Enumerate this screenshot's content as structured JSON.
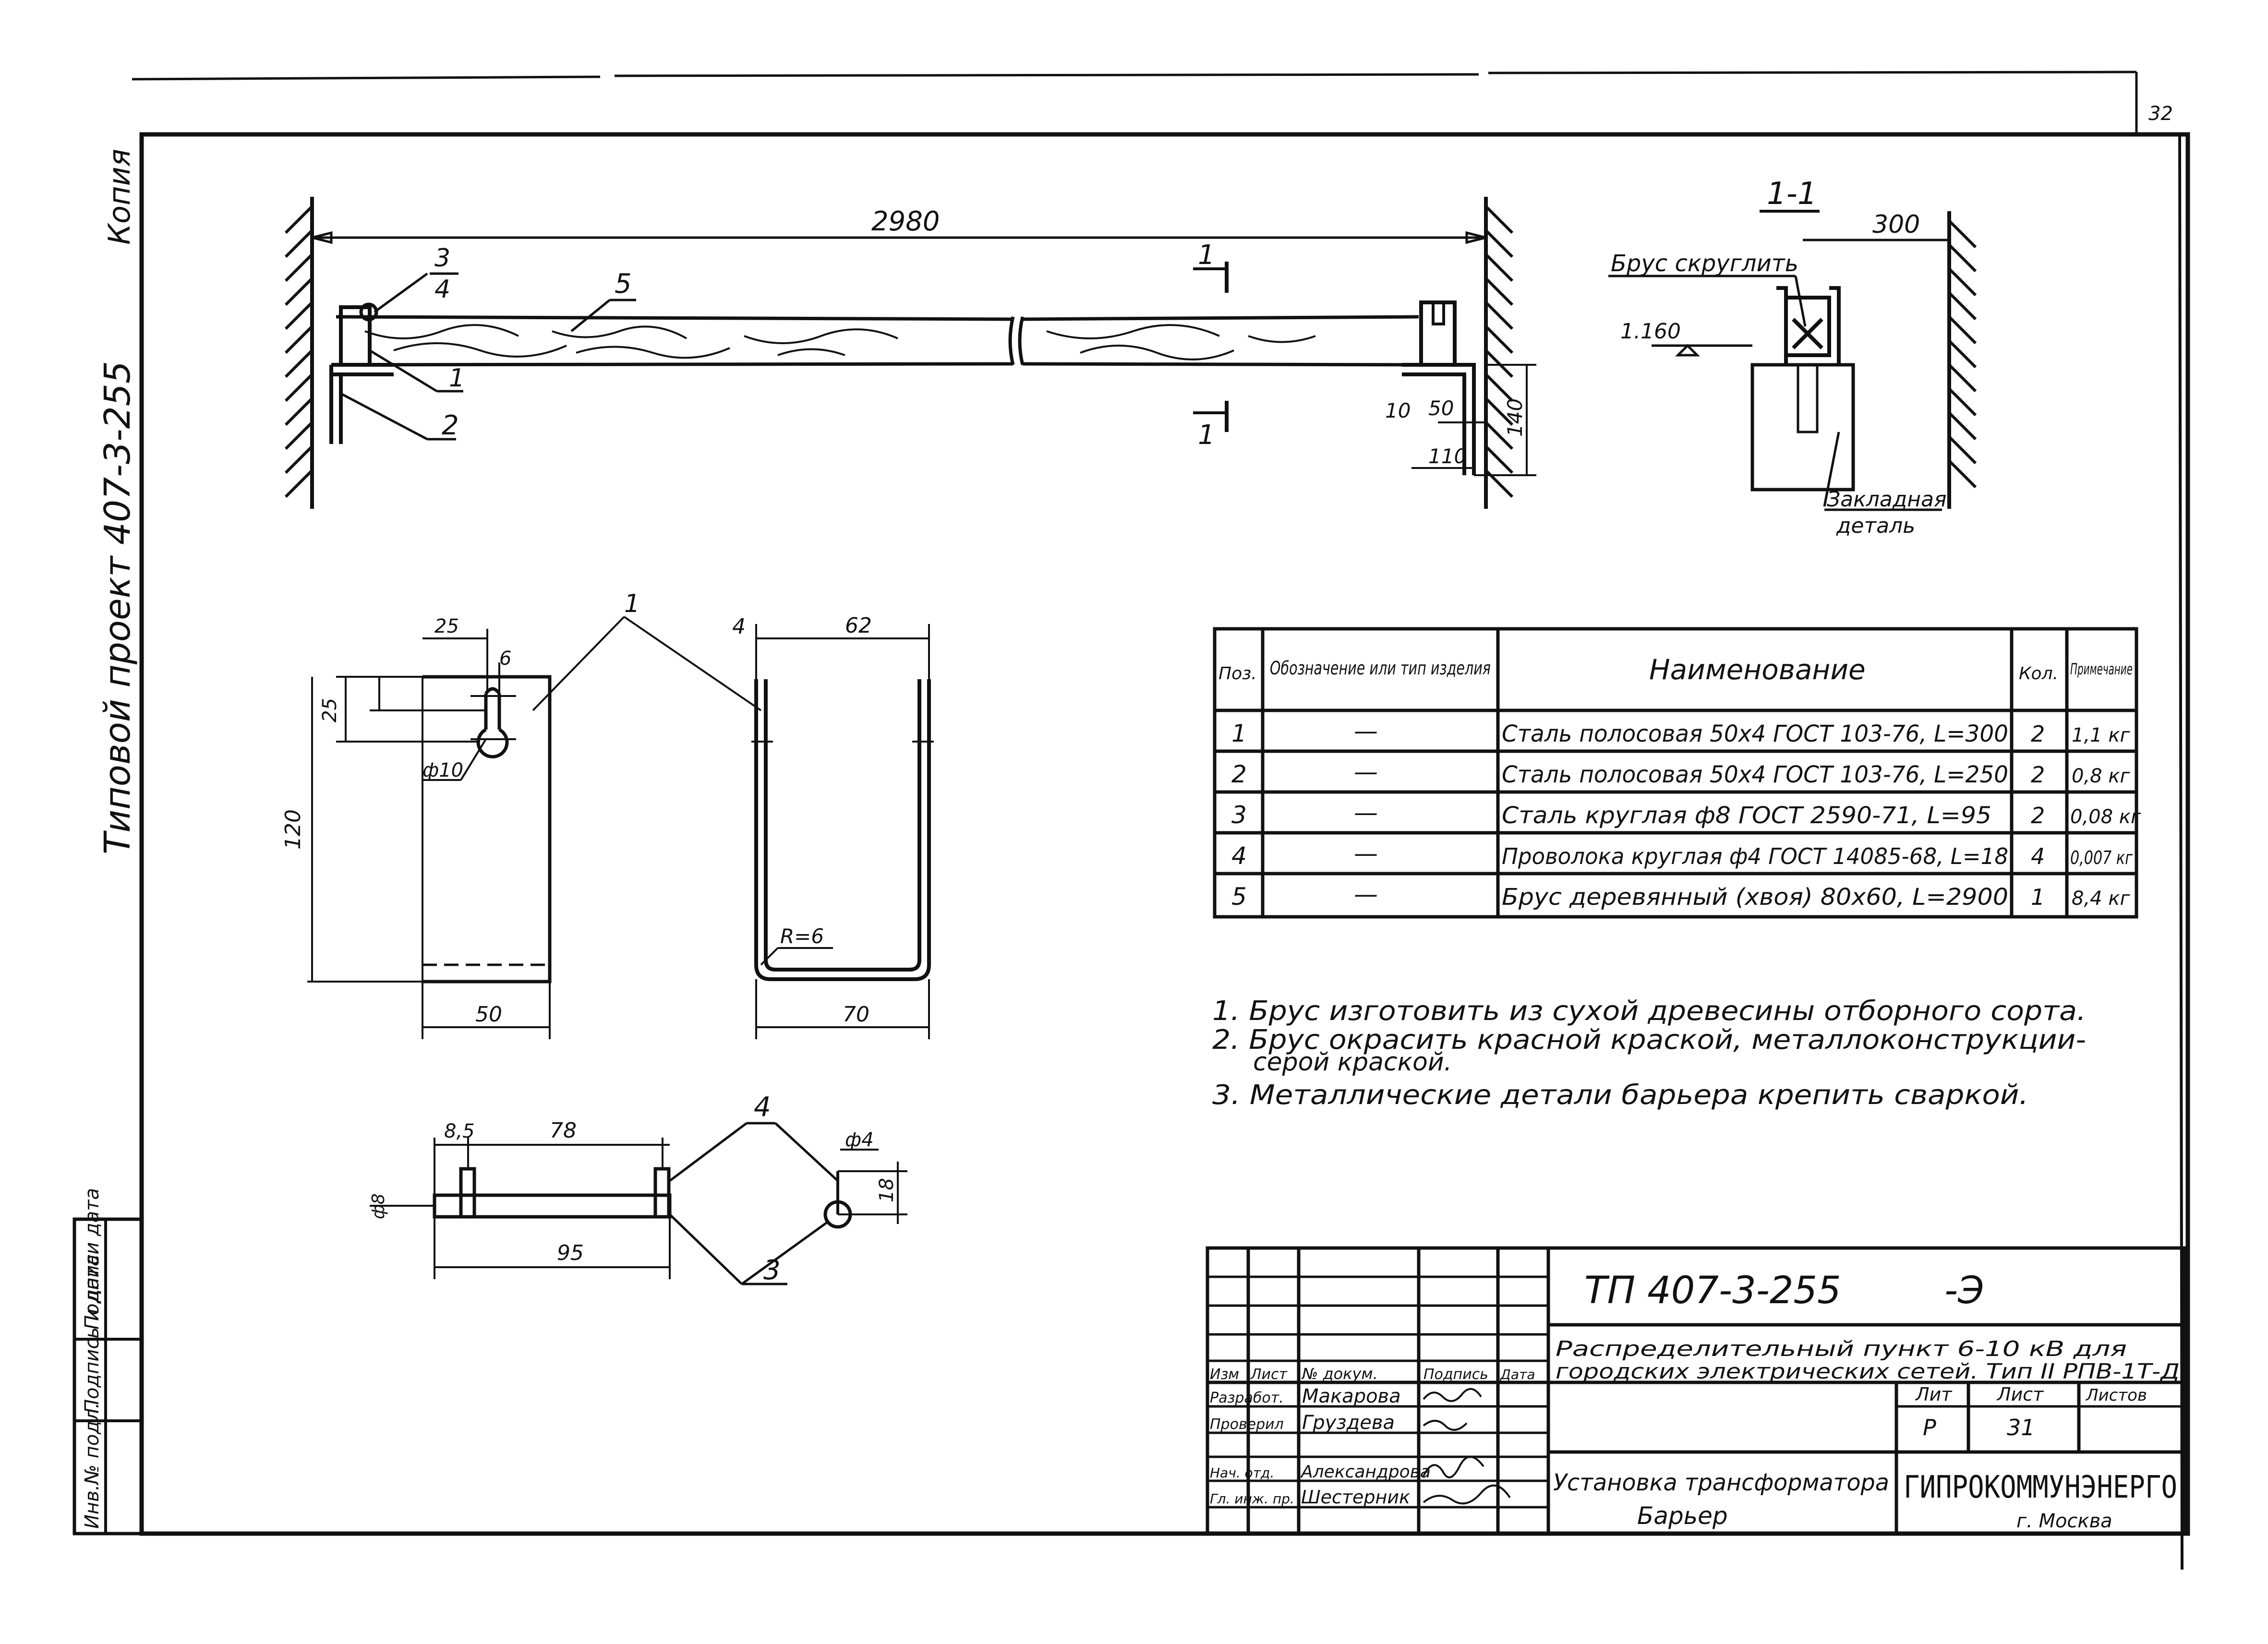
{
  "sheet": {
    "corner_page": "32",
    "side_stamp": "Копия",
    "side_project": "Типовой   проект 407-3-255",
    "left_frame_labels": [
      "Подписи дата",
      "Подпись и дата",
      "Инв.№ подл."
    ]
  },
  "drawing": {
    "dim_2980": "2980",
    "callout_3": "3",
    "callout_4": "4",
    "callout_5": "5",
    "callout_1": "1",
    "callout_2": "2",
    "cut_label": "1",
    "dim_10": "10",
    "dim_50": "50",
    "dim_110": "110",
    "dim_140": "140",
    "section_title": "1-1",
    "section_dim_300": "300",
    "section_label_bar": "Брус скруглить",
    "section_level": "1.160",
    "section_embedded_1": "Закладная",
    "section_embedded_2": "деталь",
    "plate_dim_25a": "25",
    "plate_dim_6": "6",
    "plate_dim_25b": "25",
    "plate_dim_phi10": "ф10",
    "plate_dim_120": "120",
    "plate_dim_50": "50",
    "plate_callout_1": "1",
    "u_callout_4": "4",
    "u_dim_62": "62",
    "u_dim_r6": "R=6",
    "u_dim_70": "70",
    "rod_dim_85": "8,5",
    "rod_dim_78": "78",
    "rod_dim_95": "95",
    "rod_dim_d8": "ф8",
    "rod_callout_4": "4",
    "rod_callout_3": "3",
    "rod_dim_phi4": "ф4",
    "rod_dim_18": "18"
  },
  "spec_table": {
    "headers": [
      "Поз.",
      "Обозначение или тип изделия",
      "Наименование",
      "Кол.",
      "Примечание"
    ],
    "rows": [
      {
        "pos": "1",
        "des": "—",
        "name": "Сталь полосовая 50х4 ГОСТ 103-76, L=300",
        "qty": "2",
        "note": "1,1 кг"
      },
      {
        "pos": "2",
        "des": "—",
        "name": "Сталь полосовая 50х4 ГОСТ 103-76, L=250",
        "qty": "2",
        "note": "0,8 кг"
      },
      {
        "pos": "3",
        "des": "—",
        "name": "Сталь круглая ф8 ГОСТ 2590-71, L=95",
        "qty": "2",
        "note": "0,08 кг"
      },
      {
        "pos": "4",
        "des": "—",
        "name": "Проволока круглая ф4 ГОСТ 14085-68, L=18",
        "qty": "4",
        "note": "0,007 кг"
      },
      {
        "pos": "5",
        "des": "—",
        "name": "Брус деревянный (хвоя) 80х60, L=2900",
        "qty": "1",
        "note": "8,4 кг"
      }
    ]
  },
  "notes": [
    "1. Брус изготовить из сухой древесины отборного сорта.",
    "2. Брус окрасить красной краской, металлоконструкции-",
    "серой краской.",
    "3. Металлические детали барьера крепить сваркой."
  ],
  "title_block": {
    "code": "ТП 407-3-255",
    "suffix": "-Э",
    "desc_1": "Распределительный пункт 6-10 кВ для",
    "desc_2": "городских электрических сетей. Тип II РПВ-1Т-Д",
    "col_headers": [
      "Изм",
      "Лист",
      "№ докум.",
      "Подпись",
      "Дата"
    ],
    "staff": [
      {
        "role": "Разработ.",
        "name": "Макарова"
      },
      {
        "role": "Проверил",
        "name": "Груздева"
      },
      {
        "role": "Нач. отд.",
        "name": "Александрова"
      },
      {
        "role": "Гл. инж. пр.",
        "name": "Шестерник"
      }
    ],
    "lit_header": "Лит",
    "sheet_header": "Лист",
    "sheets_header": "Листов",
    "lit_value": "Р",
    "sheet_value": "31",
    "name_1": "Установка трансформатора",
    "name_2": "Барьер",
    "org": "ГИПРОКОММУНЭНЕРГО",
    "city": "г. Москва"
  }
}
